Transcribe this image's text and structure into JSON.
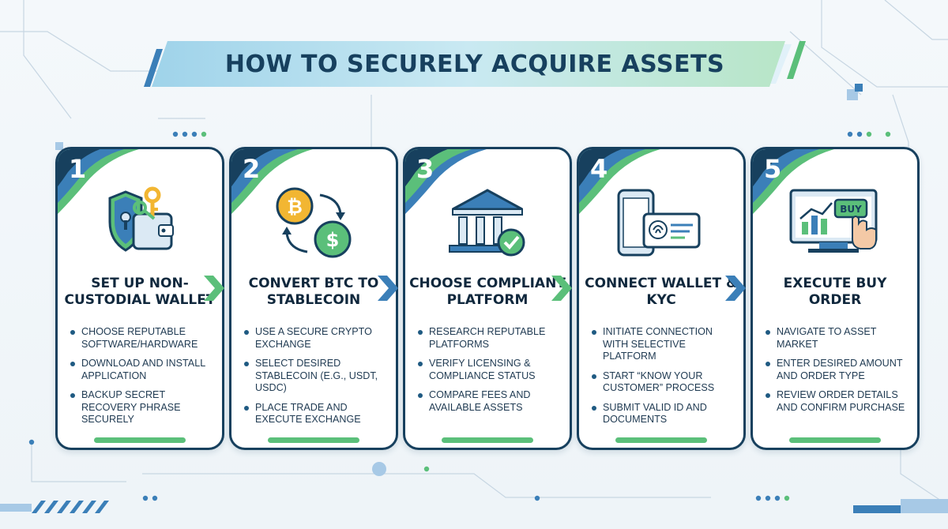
{
  "title": "HOW TO SECURELY ACQUIRE ASSETS",
  "colors": {
    "navy": "#17405e",
    "blue": "#3b7fb8",
    "green": "#5bbf7a",
    "gold": "#f2b632"
  },
  "steps": [
    {
      "number": "1",
      "title": "SET UP NON-CUSTODIAL WALLET",
      "icon": "shield-wallet-keys-icon",
      "bullets": [
        "CHOOSE REPUTABLE SOFTWARE/HARDWARE",
        "DOWNLOAD AND INSTALL APPLICATION",
        "BACKUP SECRET RECOVERY PHRASE SECURELY"
      ]
    },
    {
      "number": "2",
      "title": "CONVERT BTC TO STABLECOIN",
      "icon": "bitcoin-dollar-exchange-icon",
      "bullets": [
        "USE A SECURE CRYPTO EXCHANGE",
        "SELECT DESIRED STABLECOIN (e.g., USDT, USDC)",
        "PLACE TRADE AND EXECUTE EXCHANGE"
      ]
    },
    {
      "number": "3",
      "title": "CHOOSE COMPLIANT PLATFORM",
      "icon": "bank-checkmark-icon",
      "bullets": [
        "RESEARCH REPUTABLE PLATFORMS",
        "VERIFY LICENSING & COMPLIANCE STATUS",
        "COMPARE FEES AND AVAILABLE ASSETS"
      ]
    },
    {
      "number": "4",
      "title": "CONNECT WALLET & KYC",
      "icon": "phone-id-fingerprint-icon",
      "bullets": [
        "INITIATE CONNECTION WITH SELECTIVE PLATFORM",
        "START “KNOW YOUR CUSTOMER” PROCESS",
        "SUBMIT VALID ID AND DOCUMENTS"
      ]
    },
    {
      "number": "5",
      "title": "EXECUTE BUY ORDER",
      "icon": "monitor-buy-button-icon",
      "icon_text": "BUY",
      "bullets": [
        "NAVIGATE TO ASSET MARKET",
        "ENTER DESIRED AMOUNT AND ORDER TYPE",
        "REVIEW ORDER DETAILS AND CONFIRM PURCHASE"
      ]
    }
  ]
}
